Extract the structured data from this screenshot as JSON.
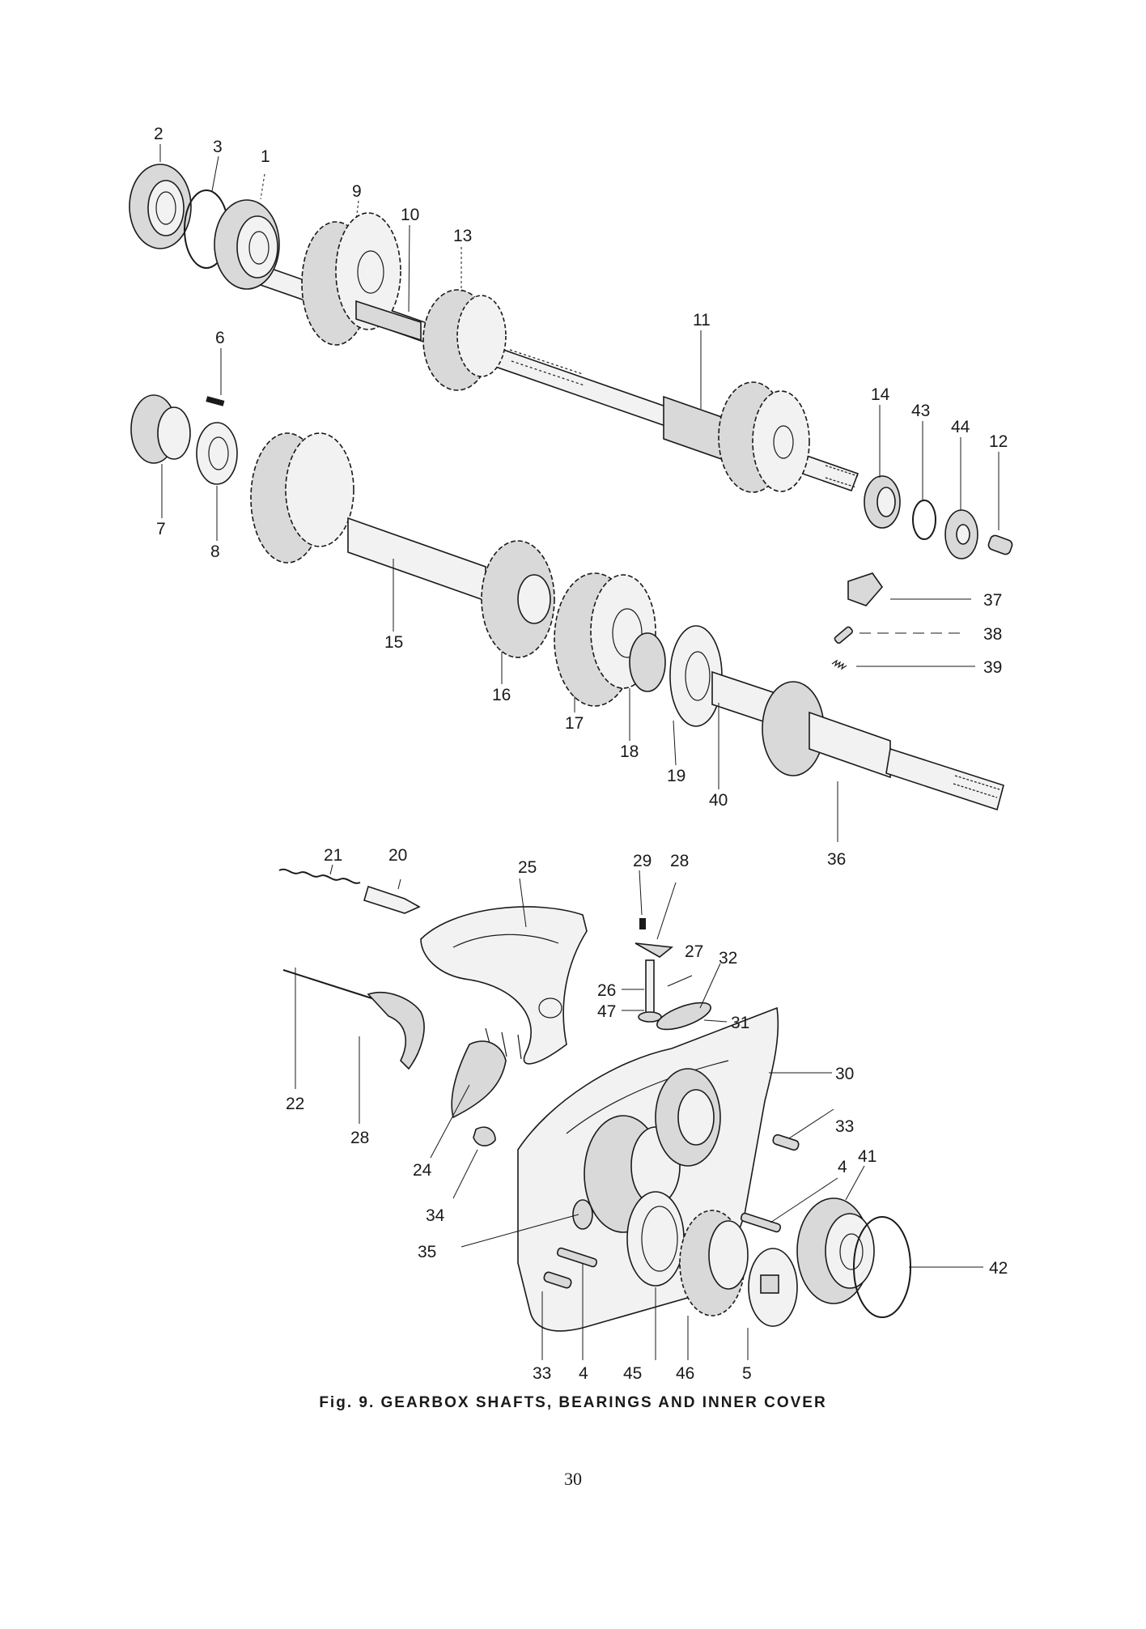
{
  "figure": {
    "caption": "Fig. 9.  GEARBOX SHAFTS, BEARINGS AND INNER COVER",
    "page_number": "30"
  },
  "labels": {
    "p1": "1",
    "p2": "2",
    "p3": "3",
    "p4a": "4",
    "p4b": "4",
    "p5": "5",
    "p6": "6",
    "p7": "7",
    "p8": "8",
    "p9": "9",
    "p10": "10",
    "p11": "11",
    "p12": "12",
    "p13": "13",
    "p14": "14",
    "p15": "15",
    "p16": "16",
    "p17": "17",
    "p18": "18",
    "p19": "19",
    "p20": "20",
    "p21": "21",
    "p22": "22",
    "p24": "24",
    "p25": "25",
    "p26": "26",
    "p27": "27",
    "p28a": "28",
    "p28b": "28",
    "p29": "29",
    "p30": "30",
    "p31": "31",
    "p32": "32",
    "p33a": "33",
    "p33b": "33",
    "p34": "34",
    "p35": "35",
    "p36": "36",
    "p37": "37",
    "p38": "38",
    "p39": "39",
    "p40": "40",
    "p41": "41",
    "p42": "42",
    "p43": "43",
    "p44": "44",
    "p45": "45",
    "p46": "46",
    "p47": "47"
  }
}
